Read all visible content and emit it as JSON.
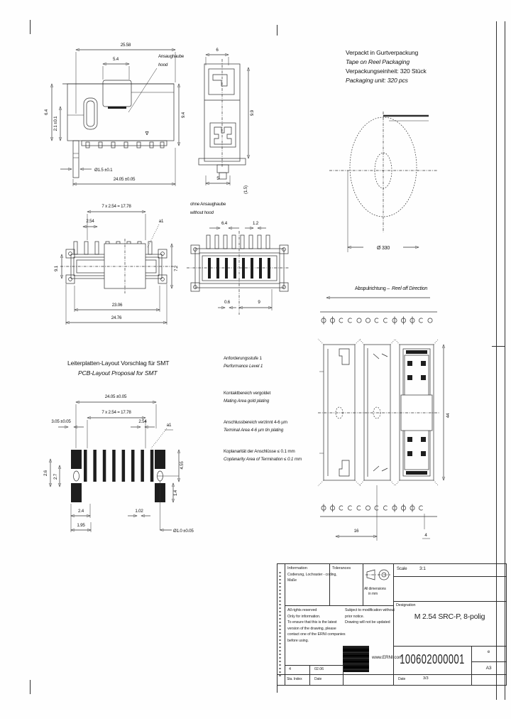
{
  "packaging": {
    "line1_de": "Verpackt in Gurtverpackung",
    "line1_en": "Tape on Reel Packaging",
    "line2_de": "Verpackungseinheit:  320 Stück",
    "line2_en": "Packaging unit:  320 pcs",
    "reel_dia": "Ø 330"
  },
  "side": {
    "d_width": "25.58",
    "d_hood": "5.4",
    "d_h1": "6.4",
    "d_h2": "2.1 ±0.1",
    "d_h3": "9.4",
    "d_pin": "Ø1.5 ±0.1",
    "d_span": "24.05 ±0.05",
    "surface": "∇",
    "hood_de": "Ansaughaube",
    "hood_en": "hood"
  },
  "front": {
    "d_top": "6",
    "d_side": "9.9",
    "d_bot": "5",
    "d_note": "(1.5)"
  },
  "bottomview": {
    "title_de": "ohne Ansaughaube",
    "title_en": "without hood",
    "d1": "6.4",
    "d2": "1.2",
    "d3": "0.6",
    "d4": "9"
  },
  "topview": {
    "d_pitch": "7 x 2.54 = 17.78",
    "d_254": "2.54",
    "a1": "a1",
    "d_2306": "23.06",
    "d_2476": "24.76",
    "d_72": "7.2",
    "d_91": "9.1"
  },
  "reeloff": {
    "title_de": "Abspulrichtung –",
    "title_en": "Reel off Direction",
    "d_width": "44",
    "d_pitch": "16",
    "d_hole": "4"
  },
  "pcb": {
    "title_de": "Leiterplatten-Layout Vorschlag für SMT",
    "title_en": "PCB-Layout Proposal for SMT",
    "d_span": "24.05 ±0.05",
    "d_pitch": "7 x 2.54 = 17.78",
    "d_305": "3.05 ±0.05",
    "d_254": "2.54",
    "a1": "a1",
    "d_26": "2.6",
    "d_27": "2.7",
    "d_455": "4.55",
    "d_14": "1.4",
    "d_24": "2.4",
    "d_102": "1.02",
    "d_195": "1.95",
    "d_hole": "Ø1.0 ±0.05"
  },
  "notes": [
    {
      "de": "Anforderungsstufe 1",
      "en": "Performance Level 1"
    },
    {
      "de": "Kontaktbereich vergoldet",
      "en": "Mating Area gold plating"
    },
    {
      "de": "Anschlussbereich verzinnt 4-6 µm",
      "en": "Terminal Area 4-6 µm tin plating"
    },
    {
      "de": "Koplanarität der Anschlüsse ≤ 0.1 mm",
      "en": "Coplanarity Area of Termination ≤ 0.1 mm"
    }
  ],
  "titleblock": {
    "information": "Information",
    "coding1": "Codierung, Lochraster - coding,",
    "coding2": "Maße",
    "tolerances": "Tolerances",
    "alldims1": "All dimensions",
    "alldims2": "in mm",
    "scale_label": "Scale",
    "scale_value": "3:1",
    "designation_label": "Designation",
    "designation": "M 2.54 SRC-P, 8-polig",
    "rights": [
      "All rights reserved",
      "Only for information.",
      "To ensure that this is the latest",
      "version of the drawing, please",
      "contact one of the ERNI companies",
      "before using."
    ],
    "subject": [
      "Subject to modification without",
      "prior notice.",
      "Drawing will not be updated"
    ],
    "website": "www.ERNI.com",
    "part_number": "100602000001",
    "rev": "e",
    "format": "A3",
    "index_value": "4",
    "index_date": "02.06",
    "bottom_left1": "Sta. Index",
    "bottom_left2": "Date",
    "bottom_right_label": "Date",
    "bottom_right_value": "3/3"
  }
}
